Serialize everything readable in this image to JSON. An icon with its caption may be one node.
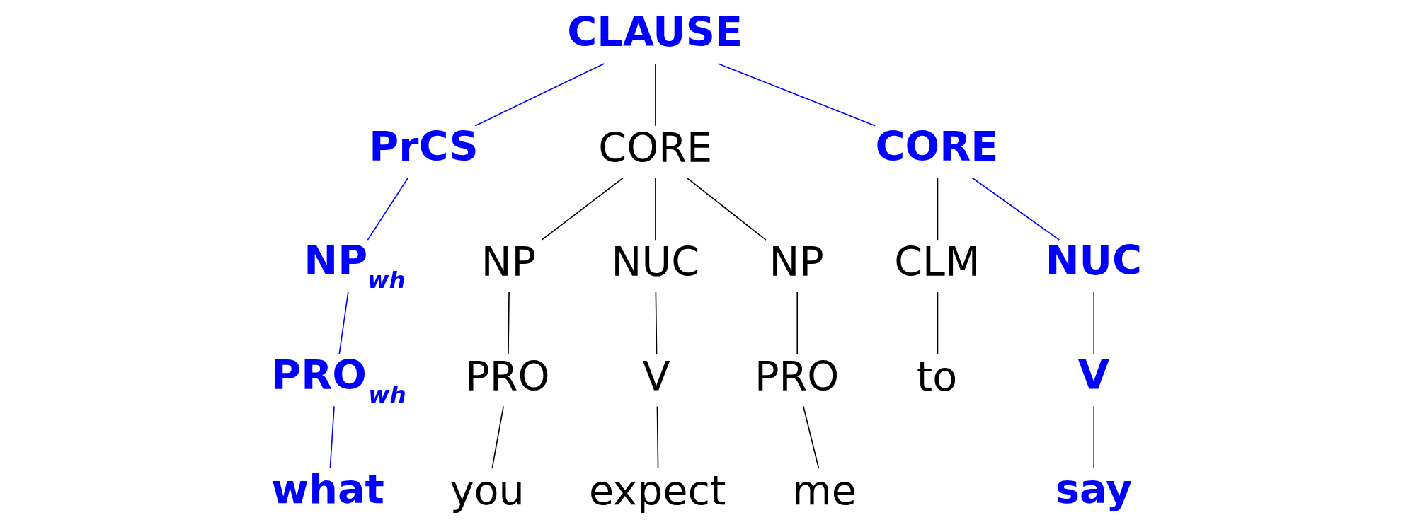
{
  "diagram": {
    "nodes": [
      {
        "text": [
          "CLAUSE"
        ]
      },
      {
        "text": [
          "PrCS"
        ]
      },
      {
        "text": [
          "CORE"
        ]
      },
      {
        "text": [
          "CORE"
        ]
      },
      {
        "text": [
          "NP$_{wh}$"
        ]
      },
      {
        "text": [
          "NP"
        ]
      },
      {
        "text": [
          "NUC"
        ]
      },
      {
        "text": [
          "NP"
        ]
      },
      {
        "text": [
          "CLM"
        ]
      },
      {
        "text": [
          "NUC"
        ]
      },
      {
        "text": [
          "PRO$_{wh}$"
        ]
      },
      {
        "text": [
          "PRO"
        ]
      },
      {
        "text": [
          "V"
        ]
      },
      {
        "text": [
          "PRO"
        ]
      },
      {
        "text": [
          "to"
        ]
      },
      {
        "text": [
          "V"
        ]
      },
      {
        "text": [
          "what"
        ]
      },
      {
        "text": [
          "you"
        ]
      },
      {
        "text": [
          "expect"
        ]
      },
      {
        "text": [
          "me"
        ]
      },
      {
        "text": [
          "say"
        ]
      }
    ],
    "edges": [
      {
        "from": 0,
        "to": 1,
        "arrow": "none",
        "color": "#0000ff"
      },
      {
        "from": 0,
        "to": 2,
        "arrow": "none"
      },
      {
        "from": 0,
        "to": 3,
        "arrow": "none",
        "color": "#0000ff"
      },
      {
        "from": 1,
        "to": 4,
        "arrow": "none",
        "color": "#0000ff"
      },
      {
        "from": 2,
        "to": 5,
        "arrow": "none"
      },
      {
        "from": 2,
        "to": 6,
        "arrow": "none"
      },
      {
        "from": 2,
        "to": 7,
        "arrow": "none"
      },
      {
        "from": 3,
        "to": 8,
        "arrow": "none"
      },
      {
        "from": 3,
        "to": 9,
        "arrow": "none",
        "color": "#0000ff"
      },
      {
        "from": 4,
        "to": 10,
        "arrow": "none",
        "color": "#0000ff"
      },
      {
        "from": 5,
        "to": 11,
        "arrow": "none"
      },
      {
        "from": 6,
        "to": 12,
        "arrow": "none"
      },
      {
        "from": 7,
        "to": 13,
        "arrow": "none"
      },
      {
        "from": 8,
        "to": 14,
        "arrow": "none"
      },
      {
        "from": 9,
        "to": 15,
        "arrow": "none",
        "color": "#0000ff"
      },
      {
        "from": 10,
        "to": 16,
        "arrow": "none",
        "color": "#0000ff"
      },
      {
        "from": 11,
        "to": 17,
        "arrow": "none"
      },
      {
        "from": 12,
        "to": 18,
        "arrow": "none"
      },
      {
        "from": 13,
        "to": 19,
        "arrow": "none"
      },
      {
        "from": 15,
        "to": 20,
        "arrow": "none",
        "color": "#0000ff"
      }
    ]
  }
}
